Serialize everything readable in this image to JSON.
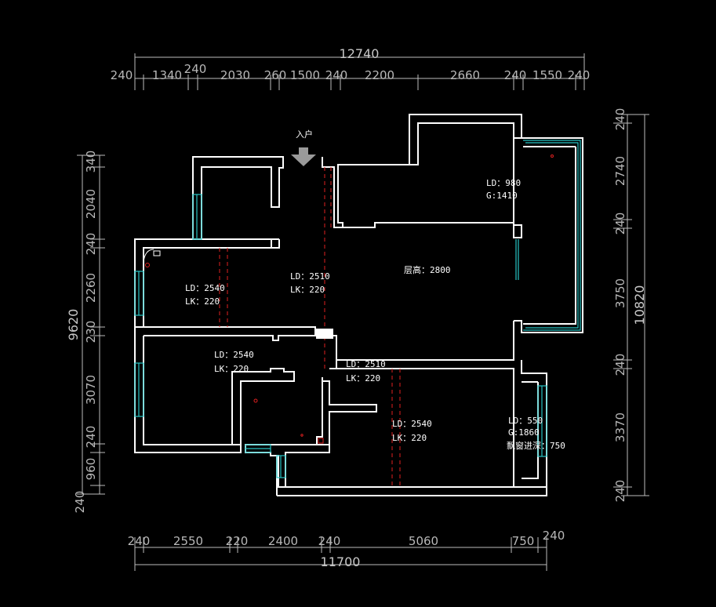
{
  "dimensions": {
    "top_total": "12740",
    "top_segments": [
      "240",
      "1340",
      "240",
      "2030",
      "260",
      "1500",
      "240",
      "2200",
      "2660",
      "240",
      "1550",
      "240"
    ],
    "bottom_total": "11700",
    "bottom_segments": [
      "240",
      "2550",
      "220",
      "2400",
      "240",
      "5060",
      "750",
      "240"
    ],
    "left_total": "9620",
    "left_segments": [
      "340",
      "2040",
      "240",
      "2260",
      "230",
      "3070",
      "240",
      "960",
      "240"
    ],
    "right_total": "10820",
    "right_segments": [
      "240",
      "2740",
      "240",
      "3750",
      "240",
      "3370",
      "240"
    ]
  },
  "labels": {
    "entrance": "入户",
    "room_tl_ld": "LD：2540",
    "room_tl_lk": "LK：220",
    "corridor_ld": "LD：2510",
    "corridor_lk": "LK：220",
    "room_bl_ld": "LD：2540",
    "room_bl_lk": "LK：220",
    "bath_ld": "LD：2510",
    "bath_lk": "LK：220",
    "room_br_ld": "LD：2540",
    "room_br_lk": "LK：220",
    "balcony_ld": "LD：980",
    "balcony_g": "G:1410",
    "ceiling": "层高：2800",
    "win_ld": "LD：550",
    "win_g": "G:1860",
    "win_sill": "飘窗进深：750"
  },
  "colors": {
    "wall": "#ffffff",
    "window": "#27c4c4",
    "door": "#e02020",
    "dimension": "#bdbdbd"
  },
  "icons": [
    "entrance-arrow-icon"
  ]
}
